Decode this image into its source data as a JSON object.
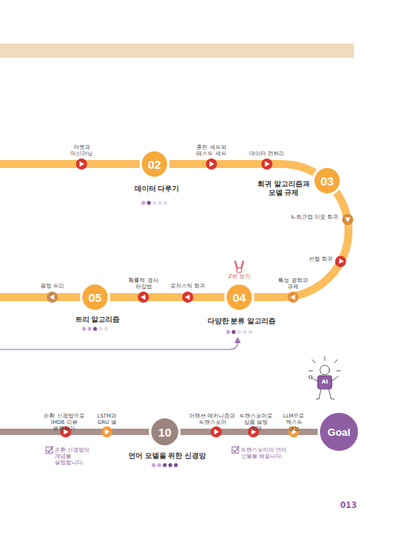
{
  "diagram": {
    "nodes": [
      {
        "text": [
          "02",
          "데이터 다루기"
        ]
      },
      {
        "text": [
          "03",
          "회귀 알고리즘과 모델 규제"
        ]
      },
      {
        "text": [
          "04",
          "다양한 분류 알고리즘"
        ]
      },
      {
        "text": [
          "05",
          "트리 알고리즘"
        ]
      },
      {
        "text": [
          "10",
          "언어 모델을 위한 신경망"
        ]
      },
      {
        "text": [
          "Goal"
        ]
      }
    ],
    "labels": [
      "마켓과 머신러닝",
      "훈련 세트와 테스트 세트",
      "데이터 전처리",
      "k-최근접 이웃 회귀",
      "선형 회귀",
      "특성 공학과 규제",
      "2번 보기",
      "로지스틱 회귀",
      "확률적 경사 하강법",
      "결정 트리",
      "순환 신경망으로 IMDB 리뷰 분류하기",
      "LSTM과 GRU 셀",
      "어텐션 메커니즘과 트랜스포머",
      "트랜스포머로 상품 설명 요약",
      "LLM으로 텍스트 생성",
      "순환 신경망의 개념을 설명합니다.",
      "트랜스포머의 언어 모델을 배웁니다.",
      "AI",
      "013"
    ]
  }
}
